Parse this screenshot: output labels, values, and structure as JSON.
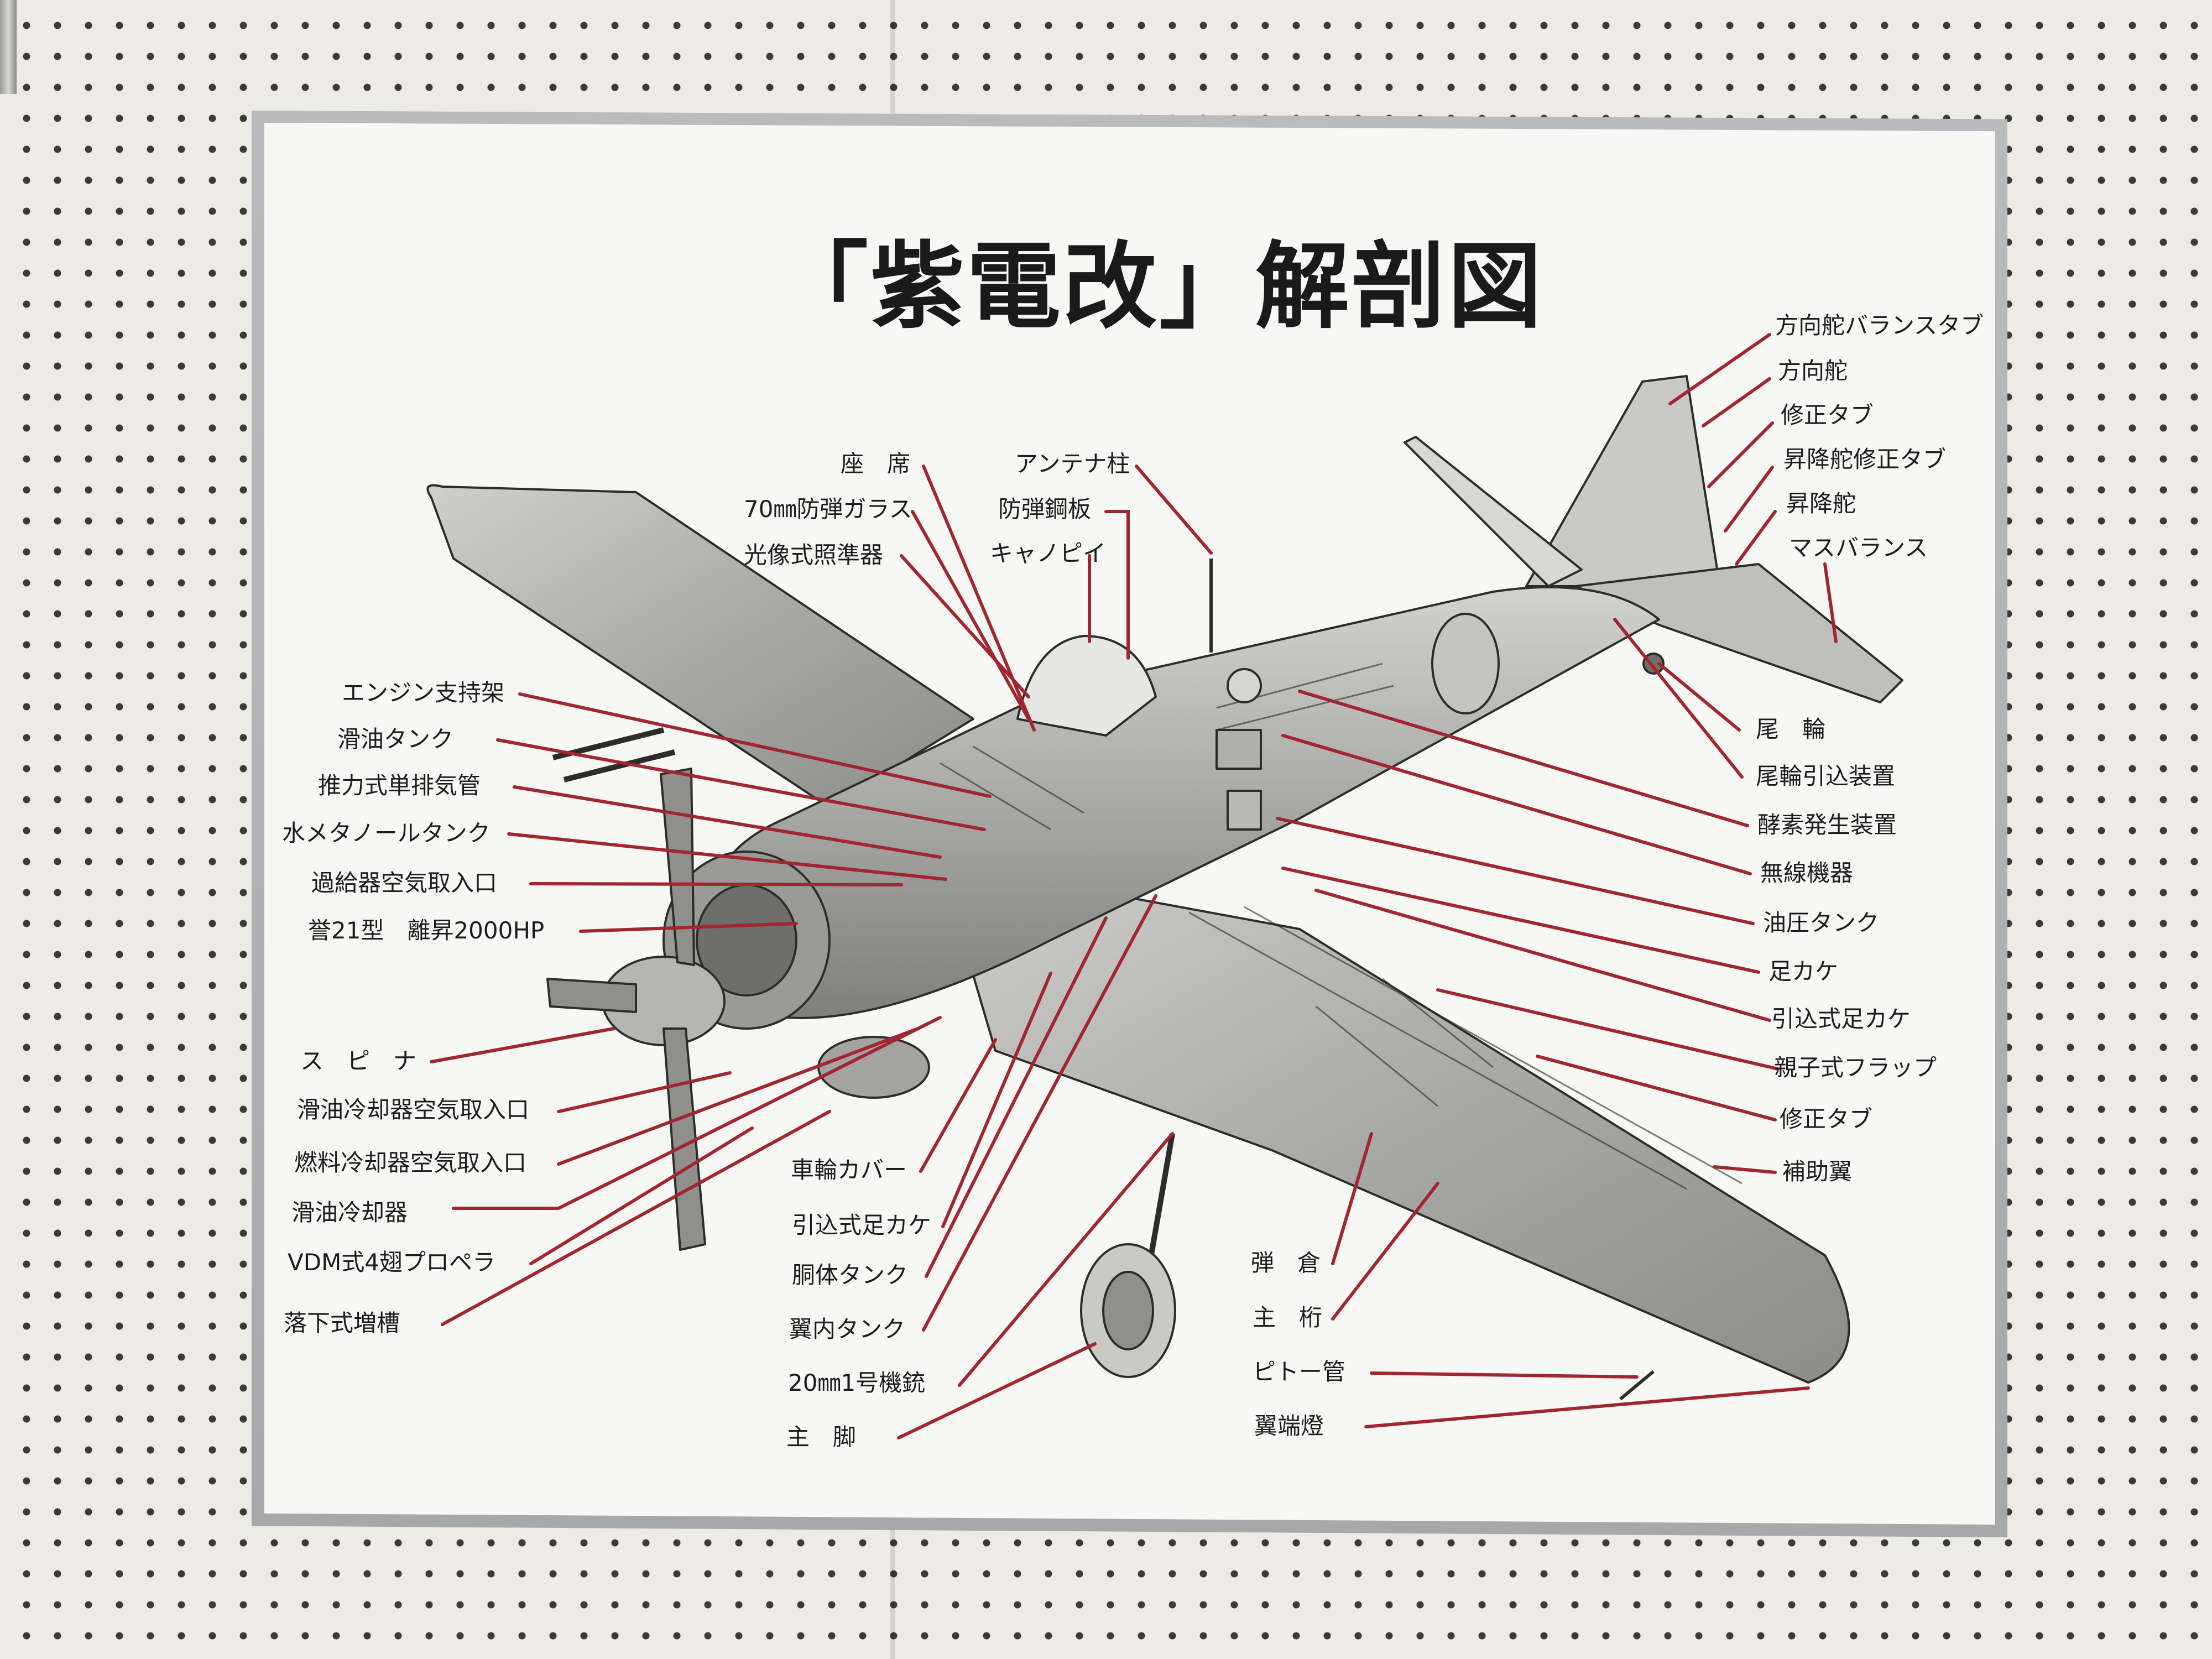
{
  "title": "「紫電改」解剖図",
  "labels": {
    "rudder_balance_tab": "方向舵バランスタブ",
    "rudder": "方向舵",
    "trim_tab_tail": "修正タブ",
    "elevator_trim_tab": "昇降舵修正タブ",
    "elevator": "昇降舵",
    "mass_balance": "マスバランス",
    "seat": "座　席",
    "bulletproof_glass": "70㎜防弾ガラス",
    "gun_sight": "光像式照準器",
    "antenna_mast": "アンテナ柱",
    "armor_plate": "防弾鋼板",
    "canopy": "キャノピイ",
    "engine_mount": "エンジン支持架",
    "oil_tank": "滑油タンク",
    "exhaust": "推力式単排気管",
    "water_methanol_tank": "水メタノールタンク",
    "supercharger_intake": "過給器空気取入口",
    "engine": "誉21型　離昇2000HP",
    "spinner": "ス　ピ　ナ",
    "oil_cooler_intake": "滑油冷却器空気取入口",
    "fuel_cooler_intake": "燃料冷却器空気取入口",
    "oil_cooler": "滑油冷却器",
    "propeller": "VDM式4翅プロペラ",
    "drop_tank": "落下式増槽",
    "wheel_cover": "車輪カバー",
    "retractable_step_low": "引込式足カケ",
    "fuselage_tank": "胴体タンク",
    "wing_tank": "翼内タンク",
    "cannon": "20㎜1号機銃",
    "main_gear": "主　脚",
    "tail_wheel": "尾　輪",
    "tail_wheel_retract": "尾輪引込装置",
    "oxygen_generator": "酵素発生装置",
    "radio": "無線機器",
    "hydraulic_tank": "油圧タンク",
    "step": "足カケ",
    "retractable_step": "引込式足カケ",
    "flap": "親子式フラップ",
    "trim_tab_wing": "修正タブ",
    "aileron": "補助翼",
    "ammo_bay": "弾　倉",
    "main_spar": "主　桁",
    "pitot": "ピトー管",
    "wingtip_light": "翼端燈"
  },
  "colors": {
    "leader": "#a2262f",
    "ink": "#1c1c1c"
  }
}
